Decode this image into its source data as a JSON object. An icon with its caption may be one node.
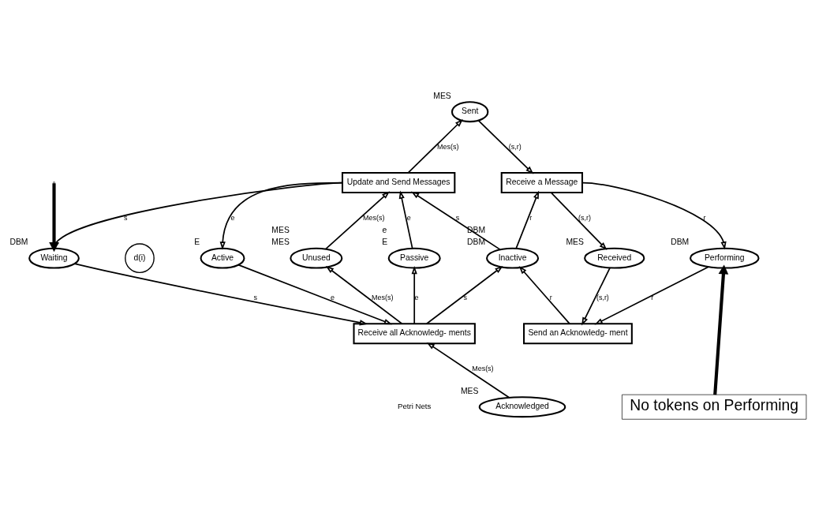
{
  "diagram": {
    "nodes": [
      {
        "text": [
          "Sent"
        ],
        "beside": [
          "MES"
        ]
      },
      {
        "text": [
          "Update and Send Messages"
        ]
      },
      {
        "text": [
          "Receive a Message"
        ]
      },
      {
        "text": [
          "Waiting"
        ],
        "beside": [
          "DBM"
        ]
      },
      {
        "text": [
          "d(i)"
        ]
      },
      {
        "text": [
          "Active"
        ],
        "beside": [
          "E"
        ]
      },
      {
        "text": [
          "Unused"
        ],
        "beside": [
          "MES",
          "MES"
        ]
      },
      {
        "text": [
          "Passive"
        ],
        "beside": [
          "e",
          "E"
        ]
      },
      {
        "text": [
          "Inactive"
        ],
        "beside": [
          "DBM",
          "DBM"
        ]
      },
      {
        "text": [
          "Received"
        ],
        "beside": [
          "MES"
        ]
      },
      {
        "text": [
          "Performing"
        ],
        "beside": [
          "DBM"
        ]
      },
      {
        "text": [
          "Receive all Acknowledg- ments"
        ]
      },
      {
        "text": [
          "Send an Acknowledg- ment"
        ]
      },
      {
        "text": [
          "Acknowledged"
        ],
        "beside": [
          "MES"
        ]
      },
      {
        "text": [
          "No tokens on Performing"
        ]
      }
    ],
    "edges": [
      {
        "from": 1,
        "to": 0,
        "arrow": "to",
        "label": "Mes(s)"
      },
      {
        "from": 0,
        "to": 2,
        "arrow": "to",
        "label": "(s,r)"
      },
      {
        "from": 1,
        "to": 3,
        "arrow": "to",
        "label": "s"
      },
      {
        "from": 1,
        "to": 5,
        "arrow": "to",
        "label": "e"
      },
      {
        "from": 6,
        "to": 1,
        "arrow": "to",
        "label": "Mes(s)"
      },
      {
        "from": 7,
        "to": 1,
        "arrow": "to",
        "label": "e"
      },
      {
        "from": 8,
        "to": 1,
        "arrow": "to",
        "label": "s"
      },
      {
        "from": 5,
        "to": 11,
        "arrow": "to",
        "label": "e"
      },
      {
        "from": 11,
        "to": 6,
        "arrow": "to",
        "label": "Mes(s)"
      },
      {
        "from": 11,
        "to": 7,
        "arrow": "to",
        "label": "e"
      },
      {
        "from": 3,
        "to": 11,
        "arrow": "to",
        "label": "s"
      },
      {
        "from": 11,
        "to": 8,
        "arrow": "to",
        "label": "s"
      },
      {
        "from": 8,
        "to": 2,
        "arrow": "to",
        "label": "r"
      },
      {
        "from": 2,
        "to": 9,
        "arrow": "to",
        "label": "(s,r)"
      },
      {
        "from": 2,
        "to": 10,
        "arrow": "to",
        "label": "r"
      },
      {
        "from": 9,
        "to": 12,
        "arrow": "to",
        "label": "(s,r)"
      },
      {
        "from": 12,
        "to": 8,
        "arrow": "to",
        "label": "r"
      },
      {
        "from": 10,
        "to": 12,
        "arrow": "to",
        "label": "r"
      },
      {
        "from": 13,
        "to": 11,
        "arrow": "to",
        "label": "Mes(s)"
      },
      {
        "from": 14,
        "to": 10,
        "arrow": "to",
        "style": "thick"
      },
      {
        "from": null,
        "to": 3,
        "arrow": "to",
        "style": "thick"
      }
    ],
    "labels": [
      "Petri Nets"
    ]
  }
}
